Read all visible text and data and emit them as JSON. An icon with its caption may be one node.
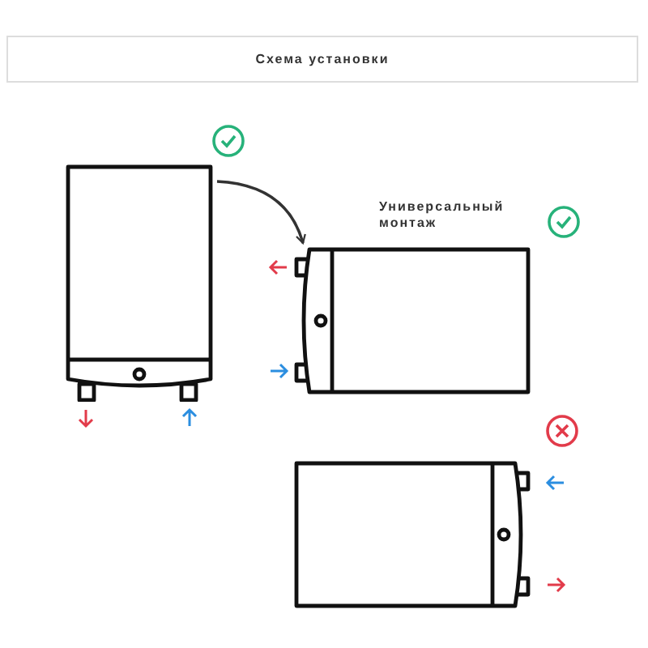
{
  "diagram": {
    "title": "Схема установки",
    "nodes": [
      {
        "text": [],
        "shape": "picture"
      },
      {
        "text": [],
        "shape": "picture",
        "beside": [
          "Универсальный монтаж"
        ]
      },
      {
        "text": [],
        "shape": "picture"
      }
    ],
    "edges": [
      {
        "from": 0,
        "to": 1,
        "arrow": "to"
      }
    ]
  }
}
